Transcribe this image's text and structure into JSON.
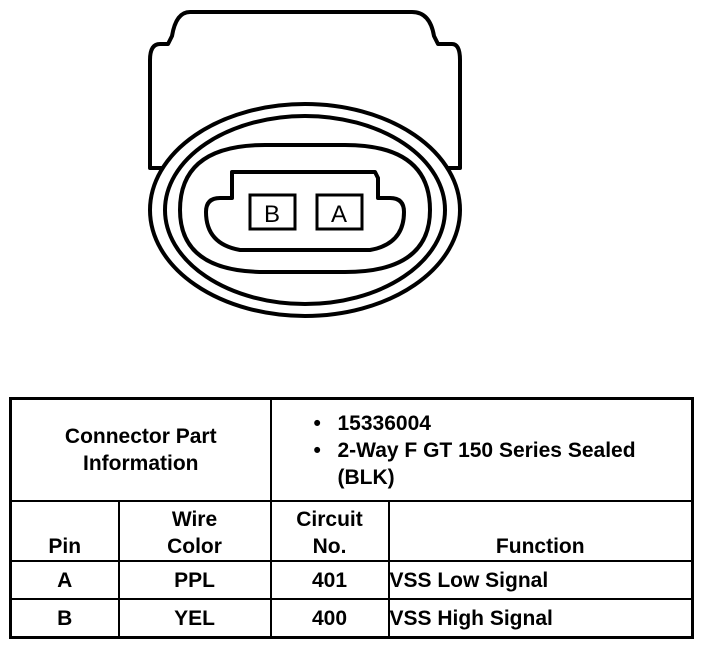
{
  "connector": {
    "cavity_labels": [
      "B",
      "A"
    ]
  },
  "table": {
    "part_info_label": "Connector Part Information",
    "part_info_items": [
      "15336004",
      "2-Way F GT 150 Series Sealed (BLK)"
    ],
    "headers": {
      "pin": "Pin",
      "wire_color": "Wire Color",
      "circuit_no": "Circuit No.",
      "function": "Function"
    },
    "rows": [
      {
        "pin": "A",
        "wire_color": "PPL",
        "circuit": "401",
        "function": "VSS Low Signal"
      },
      {
        "pin": "B",
        "wire_color": "YEL",
        "circuit": "400",
        "function": "VSS High Signal"
      }
    ]
  }
}
